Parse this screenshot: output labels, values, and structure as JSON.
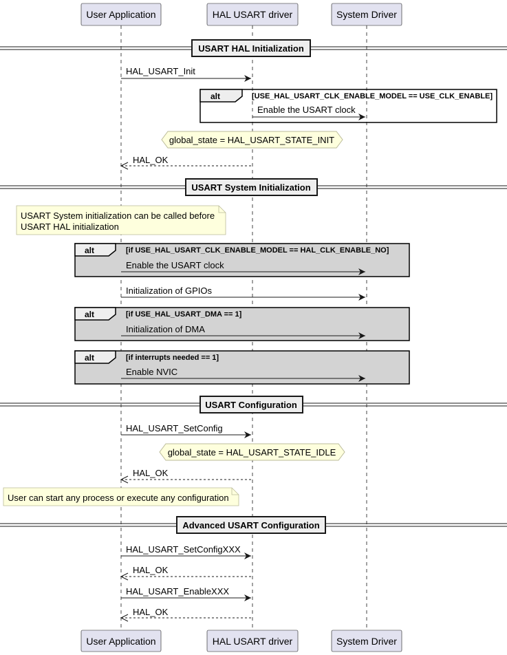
{
  "participants": {
    "user_app": "User Application",
    "hal_driver": "HAL USART driver",
    "system_driver": "System Driver"
  },
  "sections": {
    "hal_init": {
      "title": "USART HAL Initialization",
      "init_call": "HAL_USART_Init",
      "alt_label": "alt",
      "alt_condition": "[USE_HAL_USART_CLK_ENABLE_MODEL == USE_CLK_ENABLE]",
      "clock_msg": "Enable the USART clock",
      "state": "global_state = HAL_USART_STATE_INIT",
      "return": "HAL_OK"
    },
    "system_init": {
      "title": "USART System Initialization",
      "note_line1": "USART System initialization can be called before",
      "note_line2": "USART HAL initialization",
      "alt1_label": "alt",
      "alt1_condition": "[if USE_HAL_USART_CLK_ENABLE_MODEL == HAL_CLK_ENABLE_NO]",
      "alt1_msg": "Enable the USART clock",
      "gpio_msg": "Initialization of GPIOs",
      "alt2_label": "alt",
      "alt2_condition": "[if USE_HAL_USART_DMA == 1]",
      "alt2_msg": "Initialization of DMA",
      "alt3_label": "alt",
      "alt3_condition": "[if interrupts needed == 1]",
      "alt3_msg": "Enable NVIC"
    },
    "config": {
      "title": "USART Configuration",
      "set_config": "HAL_USART_SetConfig",
      "state": "global_state = HAL_USART_STATE_IDLE",
      "return": "HAL_OK",
      "note": "User can start any process or execute any configuration"
    },
    "advanced": {
      "title": "Advanced USART Configuration",
      "set_config_xxx": "HAL_USART_SetConfigXXX",
      "return1": "HAL_OK",
      "enable_xxx": "HAL_USART_EnableXXX",
      "return2": "HAL_OK"
    }
  },
  "colors": {
    "participant_fill": "#E2E2F0",
    "participant_border": "#181818",
    "note_fill": "#FEFFDD",
    "alt_fill_gray": "#D3D3D3",
    "state_fill": "#FEFFDD",
    "line": "#181818"
  }
}
